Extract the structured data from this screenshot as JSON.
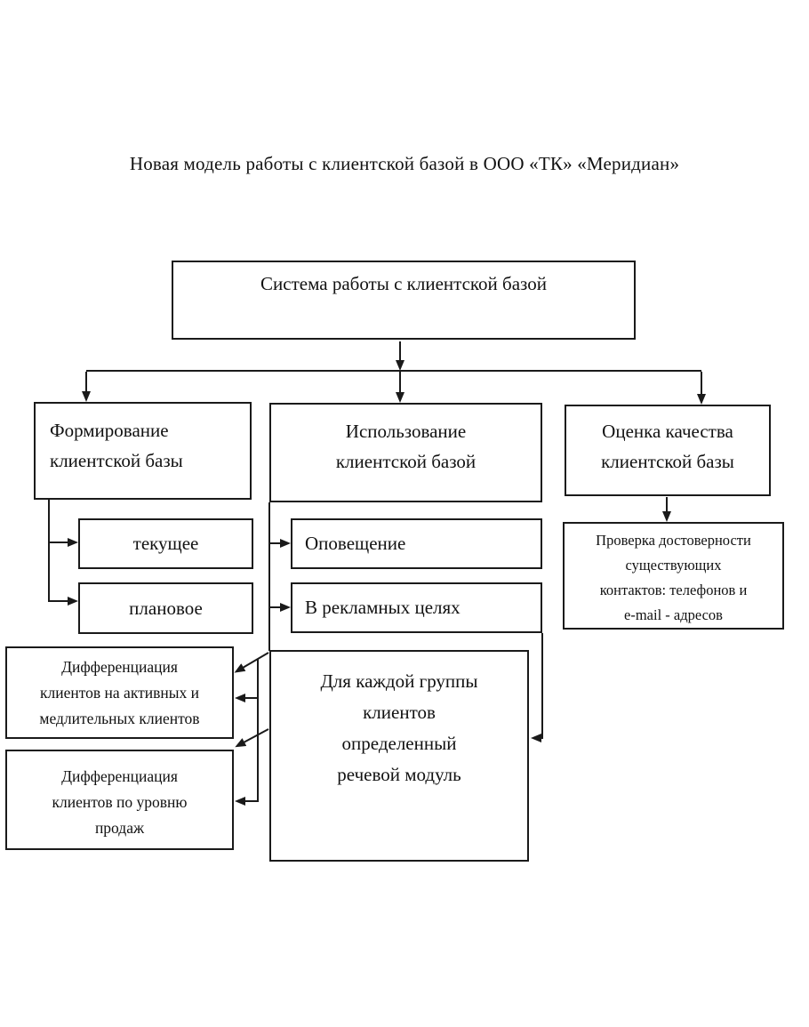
{
  "title": "Новая модель работы с клиентской базой в ООО «ТК» «Меридиан»",
  "colors": {
    "line": "#1a1a1a",
    "background": "#ffffff",
    "text": "#111111"
  },
  "diagram": {
    "root": "Система работы с клиентской базой",
    "branches": {
      "formation": "Формирование\nклиентской базы",
      "usage": "Использование\nклиентской базой",
      "quality": "Оценка качества\nклиентской базы"
    },
    "formation_children": {
      "current": "текущее",
      "planned": "плановое"
    },
    "usage_children": {
      "notification": "Оповещение",
      "advertising": "В рекламных целях"
    },
    "quality_children": {
      "verification": "Проверка достоверности\nсуществующих\nконтактов: телефонов и\ne-mail - адресов"
    },
    "differentiation": {
      "active_slow": "Дифференциация\nклиентов на активных и\nмедлительных клиентов",
      "sales_level": "Дифференциация\nклиентов по уровню\nпродаж"
    },
    "speech_module": "Для каждой группы\nклиентов\nопределенный\nречевой модуль"
  }
}
